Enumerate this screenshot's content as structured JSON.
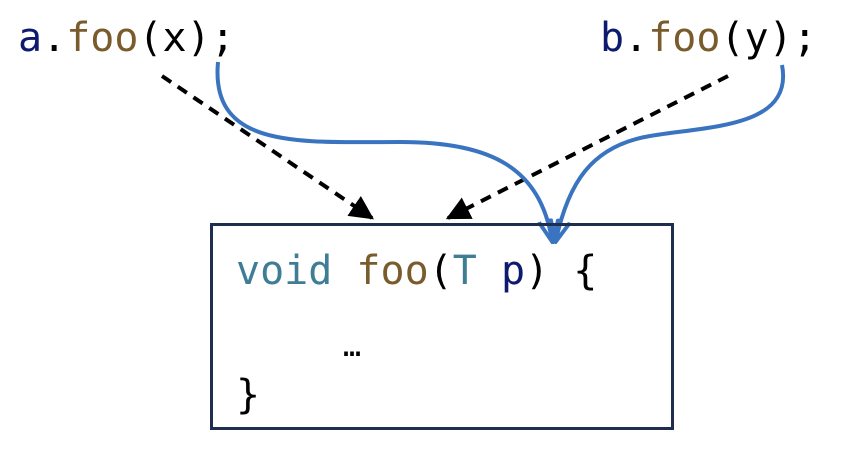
{
  "calls": [
    {
      "object": "a",
      "dot": ".",
      "method": "foo",
      "open": "(",
      "arg": "x",
      "close": ");"
    },
    {
      "object": "b",
      "dot": ".",
      "method": "foo",
      "open": "(",
      "arg": "y",
      "close": ");"
    }
  ],
  "function": {
    "keyword": "void",
    "name": "foo",
    "open": "(",
    "param_type": "T",
    "param_name": "p",
    "close": ")",
    "brace_open": "{",
    "body": "…",
    "brace_close": "}"
  },
  "colors": {
    "object": "#0e1a6e",
    "method": "#7a5b2c",
    "keyword": "#3f7d95",
    "param": "#0e1a6e",
    "box_border": "#1f2d4f",
    "dashed_arrow": "#000000",
    "dataflow_arrow": "#3a74c0"
  },
  "arrows": {
    "call_edges": [
      {
        "from": "a.foo(x)",
        "to": "void foo(T p)",
        "style": "dashed"
      },
      {
        "from": "b.foo(y)",
        "to": "void foo(T p)",
        "style": "dashed"
      }
    ],
    "dataflow_edges": [
      {
        "from": "x",
        "to": "p",
        "style": "solid"
      },
      {
        "from": "y",
        "to": "p",
        "style": "solid"
      }
    ]
  }
}
